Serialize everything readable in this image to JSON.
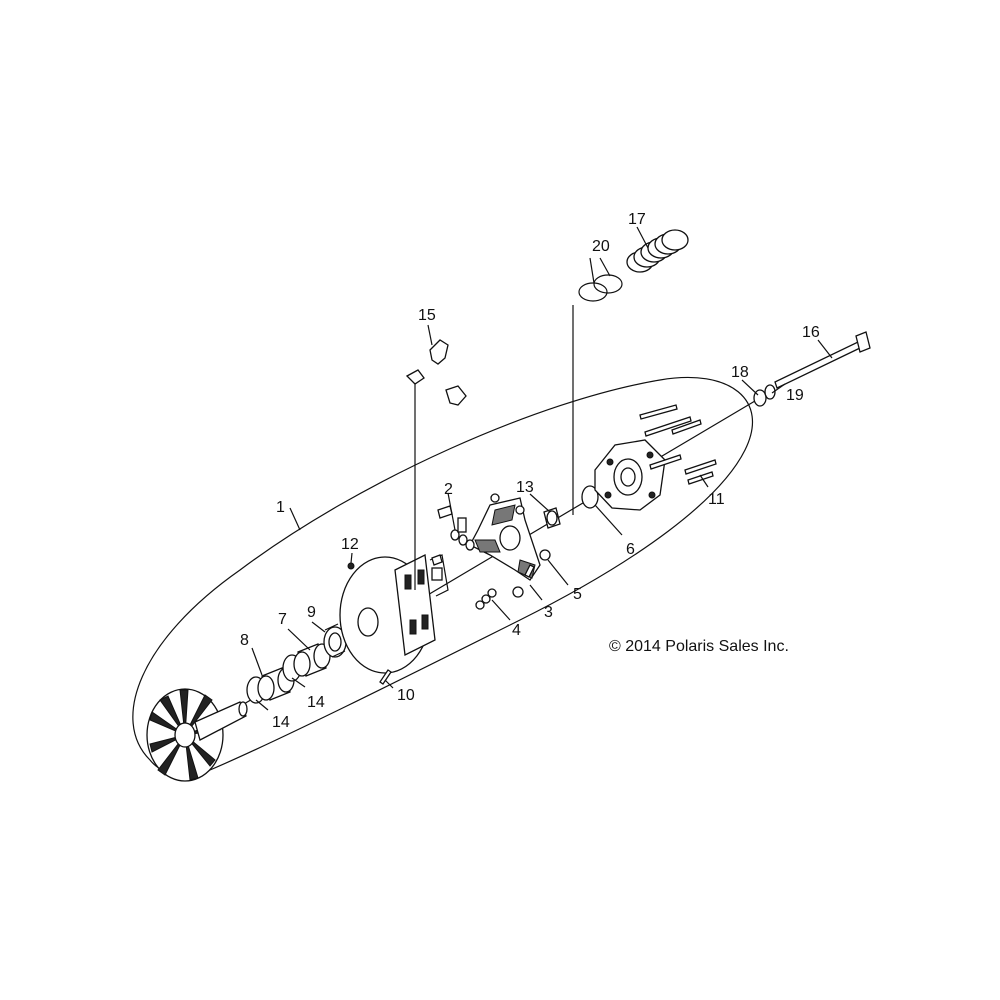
{
  "callouts": {
    "c1": "1",
    "c2": "2",
    "c3": "3",
    "c4": "4",
    "c5": "5",
    "c6": "6",
    "c7": "7",
    "c8": "8",
    "c9": "9",
    "c10": "10",
    "c11": "11",
    "c12": "12",
    "c13": "13",
    "c14a": "14",
    "c14b": "14",
    "c15": "15",
    "c16": "16",
    "c17": "17",
    "c18": "18",
    "c19": "19",
    "c20": "20"
  },
  "copyright": "© 2014 Polaris Sales Inc."
}
